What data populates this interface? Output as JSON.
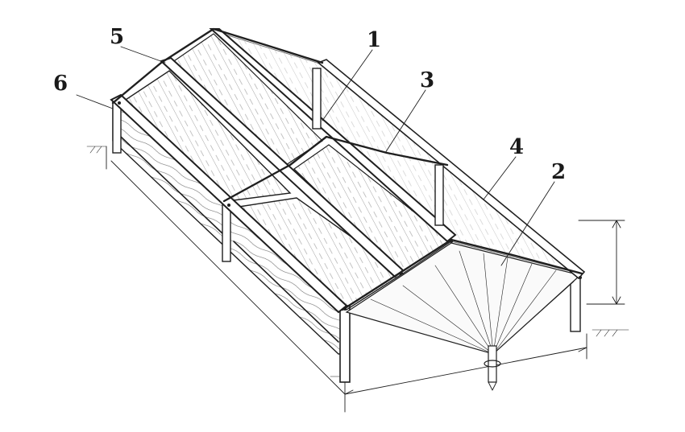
{
  "callouts": [
    {
      "id": "1",
      "label": "1"
    },
    {
      "id": "2",
      "label": "2"
    },
    {
      "id": "3",
      "label": "3"
    },
    {
      "id": "4",
      "label": "4"
    },
    {
      "id": "5",
      "label": "5"
    },
    {
      "id": "6",
      "label": "6"
    }
  ],
  "colors": {
    "ink": "#1f1f1f",
    "background": "#ffffff"
  }
}
